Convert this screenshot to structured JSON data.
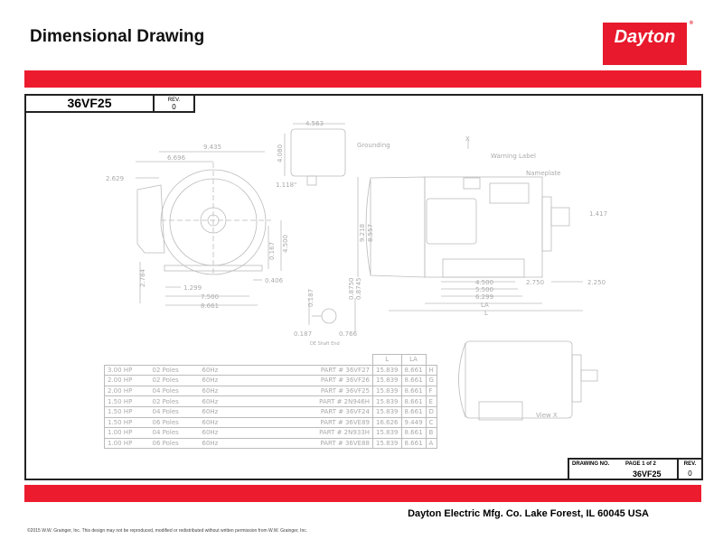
{
  "header": {
    "title": "Dimensional Drawing",
    "logo": "Dayton",
    "logo_mark": "®"
  },
  "title_block": {
    "part": "36VF25",
    "rev_label": "REV.",
    "rev": "0"
  },
  "footer_block": {
    "drawing_no_label": "DRAWING NO.",
    "page_label": "PAGE 1 of 2",
    "drawing_no": "36VF25",
    "rev_label": "REV.",
    "rev": "0"
  },
  "company": "Dayton Electric Mfg. Co.  Lake Forest, IL  60045  USA",
  "copyright": "©2015 W.W. Grainger, Inc.   This design may not be reproduced, modified or redistributed without written permission from W.W. Grainger, Inc.",
  "drawing": {
    "front": {
      "d1": "9.435",
      "d2": "6.696",
      "d3": "2.629",
      "d4": "2.784",
      "d5": "1.299",
      "d6": "7.500",
      "d7": "8.661",
      "d8": "0.406",
      "d9": "0.167",
      "d10": "4.500"
    },
    "box": {
      "w": "4.563",
      "h": "4.080",
      "g": "1.118\"",
      "grounding": "Grounding"
    },
    "shaft": {
      "a": "0.187",
      "b": "0.8750",
      "c": "0.8745",
      "d": "0.187",
      "e": "0.766",
      "label": "DE Shaft End"
    },
    "side": {
      "x": "X",
      "warning": "Warning Label",
      "nameplate": "Nameplate",
      "h1": "9.218",
      "h2": "8.557",
      "s": "1.417",
      "f1": "4.500",
      "f2": "5.500",
      "f3": "6.299",
      "f4": "2.750",
      "f5": "2.250",
      "la": "LA",
      "l": "L"
    },
    "view_x": "View X"
  },
  "table": {
    "headers": [
      "L",
      "LA"
    ],
    "rows": [
      {
        "hp": "3.00  HP",
        "poles": "02  Poles",
        "hz": "60Hz",
        "part": "PART  #  36VF27",
        "l": "15.839",
        "la": "8.661",
        "code": "H"
      },
      {
        "hp": "2.00  HP",
        "poles": "02  Poles",
        "hz": "60Hz",
        "part": "PART  #  36VF26",
        "l": "15.839",
        "la": "8.661",
        "code": "G"
      },
      {
        "hp": "2.00  HP",
        "poles": "04  Poles",
        "hz": "60Hz",
        "part": "PART  #  36VF25",
        "l": "15.839",
        "la": "8.661",
        "code": "F"
      },
      {
        "hp": "1.50  HP",
        "poles": "02  Poles",
        "hz": "60Hz",
        "part": "PART  #  2N946H",
        "l": "15.839",
        "la": "8.661",
        "code": "E"
      },
      {
        "hp": "1.50  HP",
        "poles": "04  Poles",
        "hz": "60Hz",
        "part": "PART  #  36VF24",
        "l": "15.839",
        "la": "8.661",
        "code": "D"
      },
      {
        "hp": "1.50  HP",
        "poles": "06  Poles",
        "hz": "60Hz",
        "part": "PART  #  36VE89",
        "l": "16.626",
        "la": "9.449",
        "code": "C"
      },
      {
        "hp": "1.00  HP",
        "poles": "04  Poles",
        "hz": "60Hz",
        "part": "PART  #  2N933H",
        "l": "15.839",
        "la": "8.661",
        "code": "B"
      },
      {
        "hp": "1.00  HP",
        "poles": "06  Poles",
        "hz": "60Hz",
        "part": "PART  #  36VE88",
        "l": "15.839",
        "la": "8.661",
        "code": "A"
      }
    ]
  }
}
